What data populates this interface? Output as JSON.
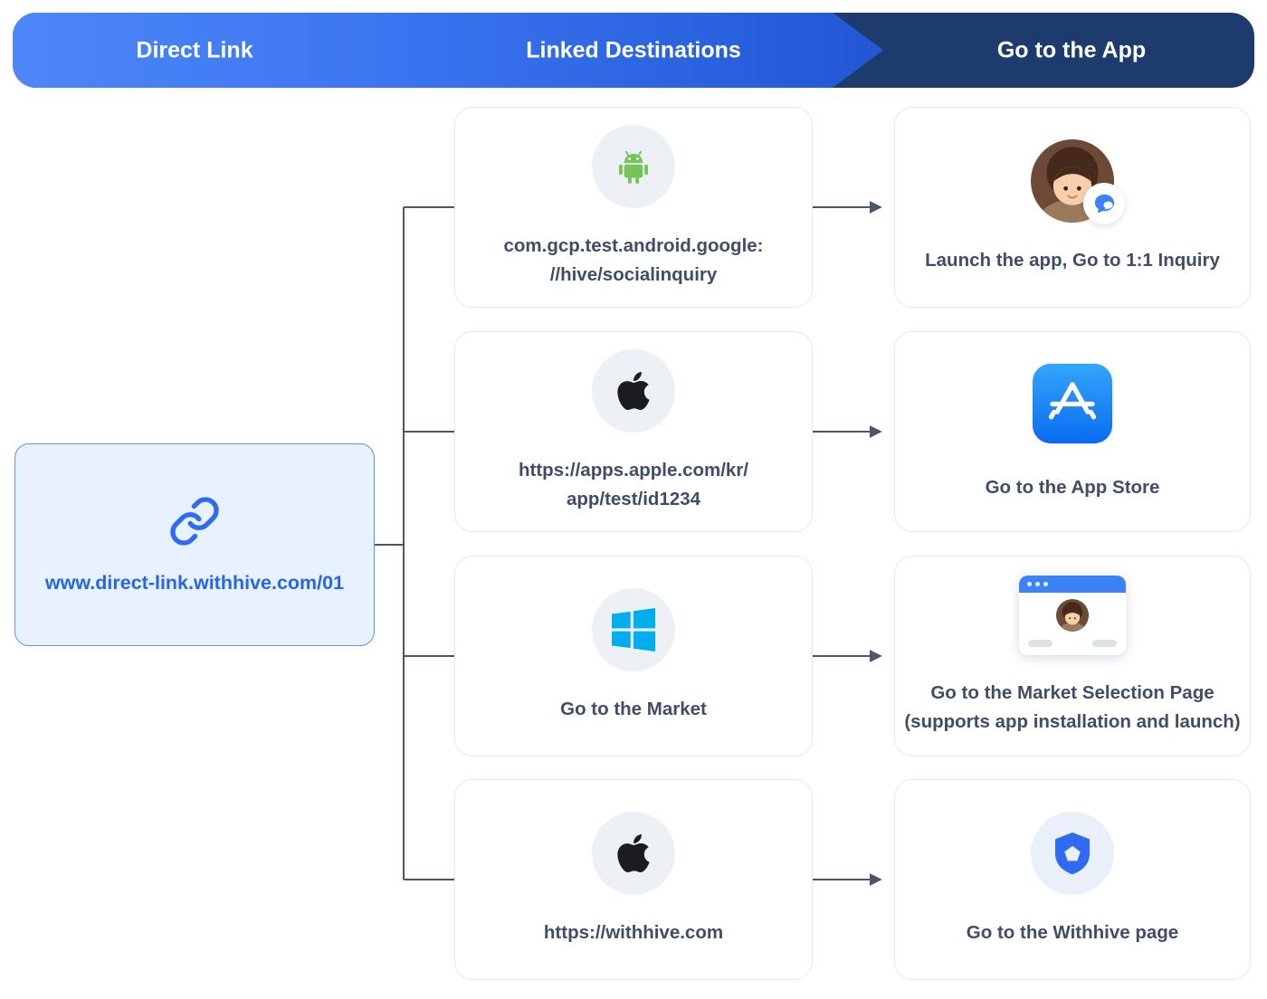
{
  "header": {
    "columns": [
      {
        "label": "Direct Link"
      },
      {
        "label": "Linked Destinations"
      },
      {
        "label": "Go to the App"
      }
    ]
  },
  "source": {
    "icon": "link-icon",
    "label": "www.direct-link.withhive.com/01"
  },
  "rows": [
    {
      "destination": {
        "icon": "android-icon",
        "label": "com.gcp.test.android.google:\n//hive/socialinquiry"
      },
      "app": {
        "icon": "avatar-chat-icon",
        "label": "Launch the app, Go to 1:1 Inquiry"
      }
    },
    {
      "destination": {
        "icon": "apple-icon",
        "label": "https://apps.apple.com/kr/\napp/test/id1234"
      },
      "app": {
        "icon": "app-store-icon",
        "label": "Go to the App Store"
      }
    },
    {
      "destination": {
        "icon": "windows-icon",
        "label": "Go to the Market"
      },
      "app": {
        "icon": "browser-window-icon",
        "label": "Go to the Market Selection Page\n(supports app installation and launch)"
      }
    },
    {
      "destination": {
        "icon": "apple-icon",
        "label": "https://withhive.com"
      },
      "app": {
        "icon": "shield-icon",
        "label": "Go to the Withhive page"
      }
    }
  ],
  "colors": {
    "accent_blue": "#2e6bf0",
    "header_navy": "#1d3c6d",
    "header_gradient_start": "#4d87f8",
    "android_green": "#76c35c",
    "windows_blue": "#00adef",
    "app_store_blue": "#0a6cf1",
    "label_slate": "#3e4e68",
    "connector": "#49576d",
    "source_card_bg": "#e8f1fe"
  }
}
